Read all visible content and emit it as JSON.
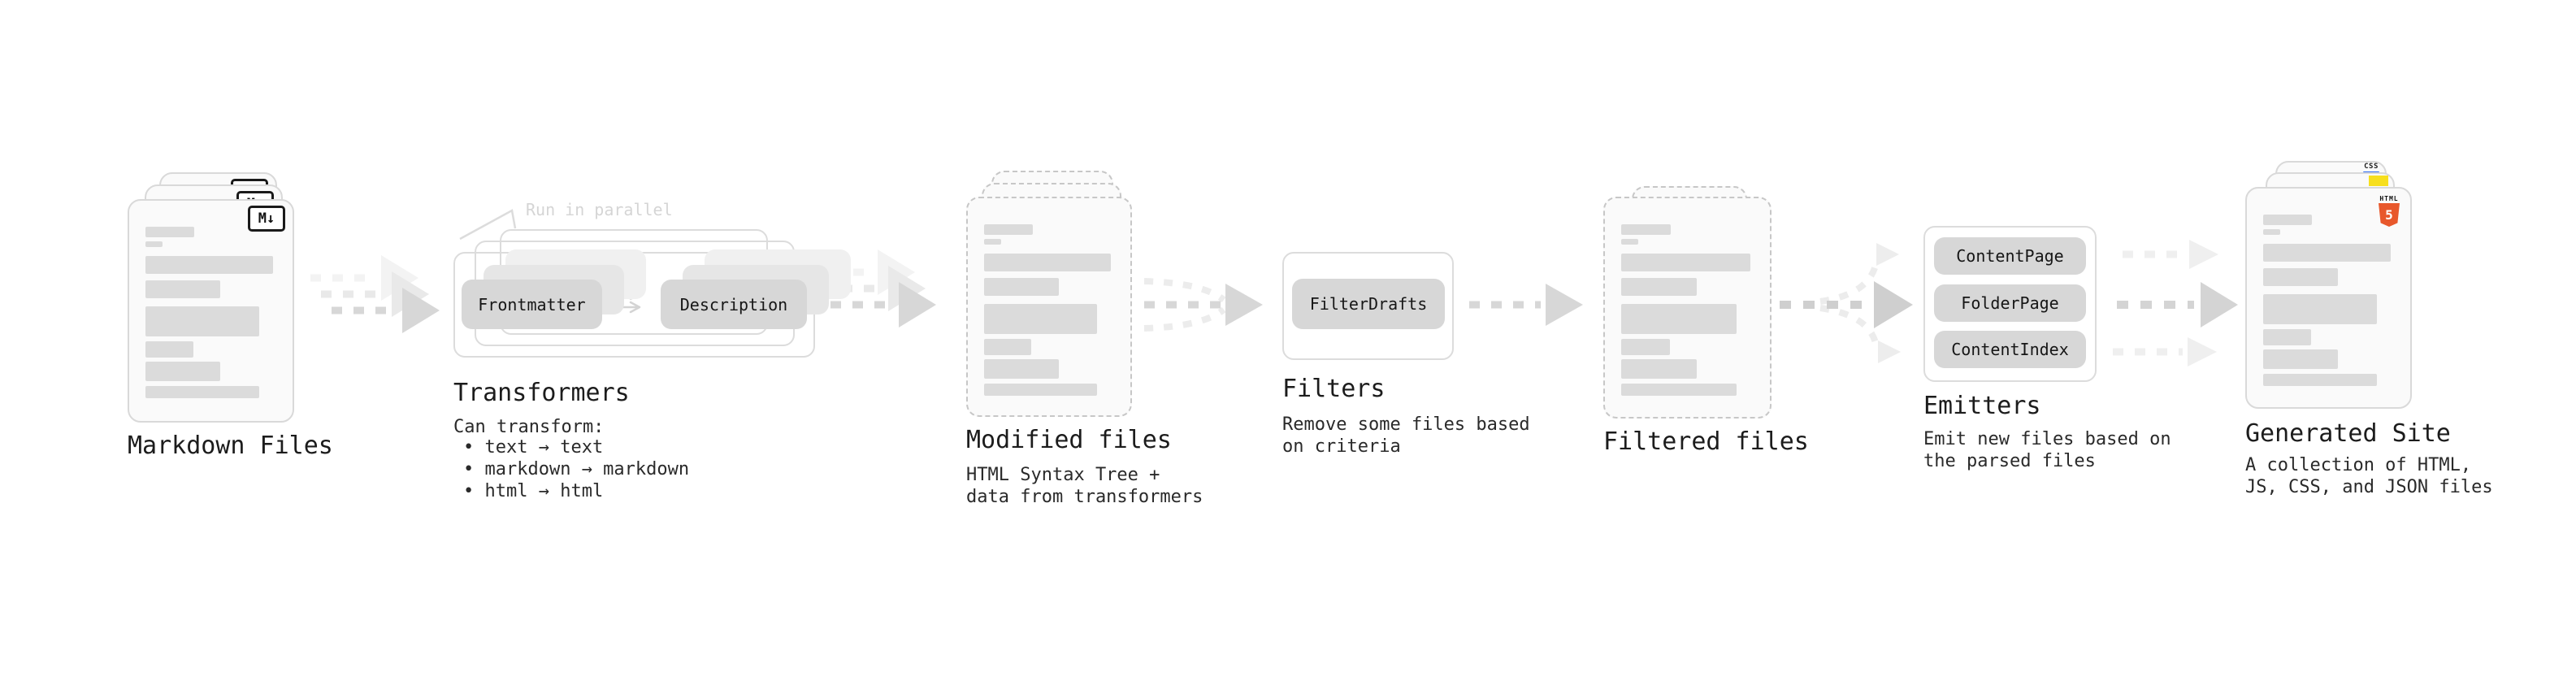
{
  "page": {
    "background": "#ffffff"
  },
  "colors": {
    "card_bg": "#fafafa",
    "card_border": "#d9d9d9",
    "dashed_border": "#c7c7c7",
    "placeholder_bar": "#dbdbdb",
    "pill_bg": "#d7d7d7",
    "frame_border": "#dcdcdc",
    "arrow_main": "#d7d7d7",
    "arrow_ghost": "#eaeaea",
    "text_dark": "#1c1c1c",
    "annotation_gray": "#d5d5d5",
    "js_yellow": "#f7df1e",
    "css_blue": "#2f6df6",
    "html5_orange": "#e8582c"
  },
  "doc_bars": [
    {
      "w": 38,
      "h": 13,
      "mb": 5
    },
    {
      "w": 13,
      "h": 7,
      "mb": 11
    },
    {
      "w": 99,
      "h": 22,
      "mb": 8
    },
    {
      "w": 58,
      "h": 22,
      "mb": 10
    },
    {
      "w": 88,
      "h": 37,
      "mb": 6
    },
    {
      "w": 37,
      "h": 20,
      "mb": 5
    },
    {
      "w": 58,
      "h": 24,
      "mb": 6
    },
    {
      "w": 88,
      "h": 15,
      "mb": 0
    }
  ],
  "sections": {
    "markdown_files": {
      "title": "Markdown Files",
      "badge": "M↓"
    },
    "transformers": {
      "title": "Transformers",
      "annotation": "Run in parallel",
      "buttons": [
        "Frontmatter",
        "Description"
      ],
      "heading": "Can transform:",
      "bullets": [
        "• text → text",
        "• markdown → markdown",
        "• html → html"
      ]
    },
    "modified_files": {
      "title": "Modified files",
      "subtitle_line1": "HTML Syntax Tree +",
      "subtitle_line2": "data from transformers"
    },
    "filters": {
      "title": "Filters",
      "buttons": [
        "FilterDrafts"
      ],
      "subtitle_line1": "Remove some files based",
      "subtitle_line2": "on criteria"
    },
    "filtered_files": {
      "title": "Filtered files"
    },
    "emitters": {
      "title": "Emitters",
      "buttons": [
        "ContentPage",
        "FolderPage",
        "ContentIndex"
      ],
      "subtitle_line1": "Emit new files based on",
      "subtitle_line2": "the parsed files"
    },
    "generated_site": {
      "title": "Generated Site",
      "subtitle_line1": "A collection of HTML,",
      "subtitle_line2": "JS, CSS, and JSON files",
      "badges": {
        "css_label": "CSS",
        "html_logo_text": "HTML",
        "html_logo_number": "5"
      }
    }
  }
}
